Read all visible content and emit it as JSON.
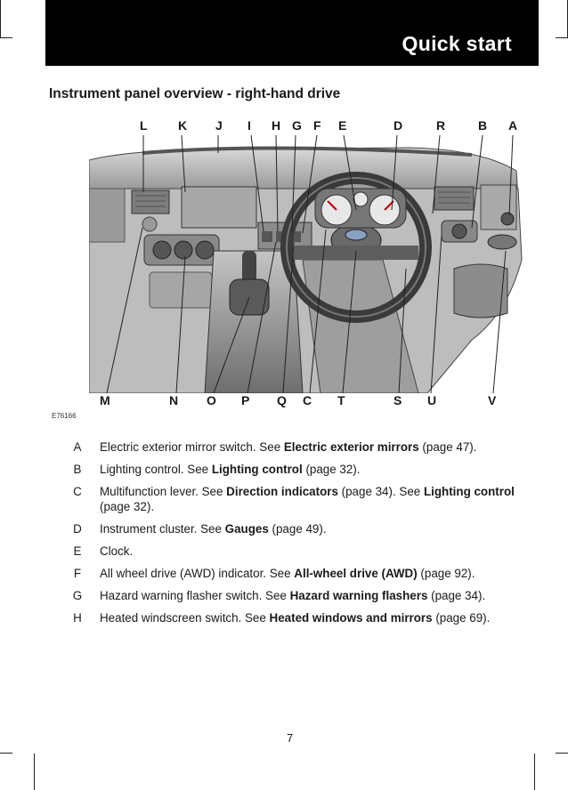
{
  "page": {
    "header_title": "Quick start",
    "section_heading": "Instrument panel overview - right-hand drive",
    "figure_id": "E76166",
    "page_number": "7"
  },
  "callouts_top": [
    "L",
    "K",
    "J",
    "I",
    "H",
    "G",
    "F",
    "E",
    "D",
    "R",
    "B",
    "A"
  ],
  "callouts_bottom": [
    "M",
    "N",
    "O",
    "P",
    "Q",
    "C",
    "T",
    "S",
    "U",
    "V"
  ],
  "legend": [
    {
      "letter": "A",
      "text": "Electric exterior mirror switch.  See ",
      "bold": "Electric exterior mirrors",
      "suffix": " (page 47)."
    },
    {
      "letter": "B",
      "text": "Lighting control.  See ",
      "bold": "Lighting control",
      "suffix": " (page 32)."
    },
    {
      "letter": "C",
      "text": "Multifunction lever.  See ",
      "bold": "Direction indicators",
      "suffix": " (page 34).  See ",
      "bold2": "Lighting control",
      "suffix2": " (page 32)."
    },
    {
      "letter": "D",
      "text": "Instrument cluster.  See ",
      "bold": "Gauges",
      "suffix": " (page 49)."
    },
    {
      "letter": "E",
      "text": "Clock.",
      "bold": "",
      "suffix": ""
    },
    {
      "letter": "F",
      "text": "All wheel drive (AWD) indicator. See ",
      "bold": "All-wheel drive (AWD)",
      "suffix": " (page 92)."
    },
    {
      "letter": "G",
      "text": "Hazard warning flasher switch.  See ",
      "bold": "Hazard warning flashers",
      "suffix": " (page 34)."
    },
    {
      "letter": "H",
      "text": "Heated windscreen switch.  See ",
      "bold": "Heated windows and mirrors",
      "suffix": " (page 69)."
    }
  ],
  "colors": {
    "header_bg": "#000000",
    "header_text": "#ffffff",
    "body_text": "#1a1a1a"
  }
}
